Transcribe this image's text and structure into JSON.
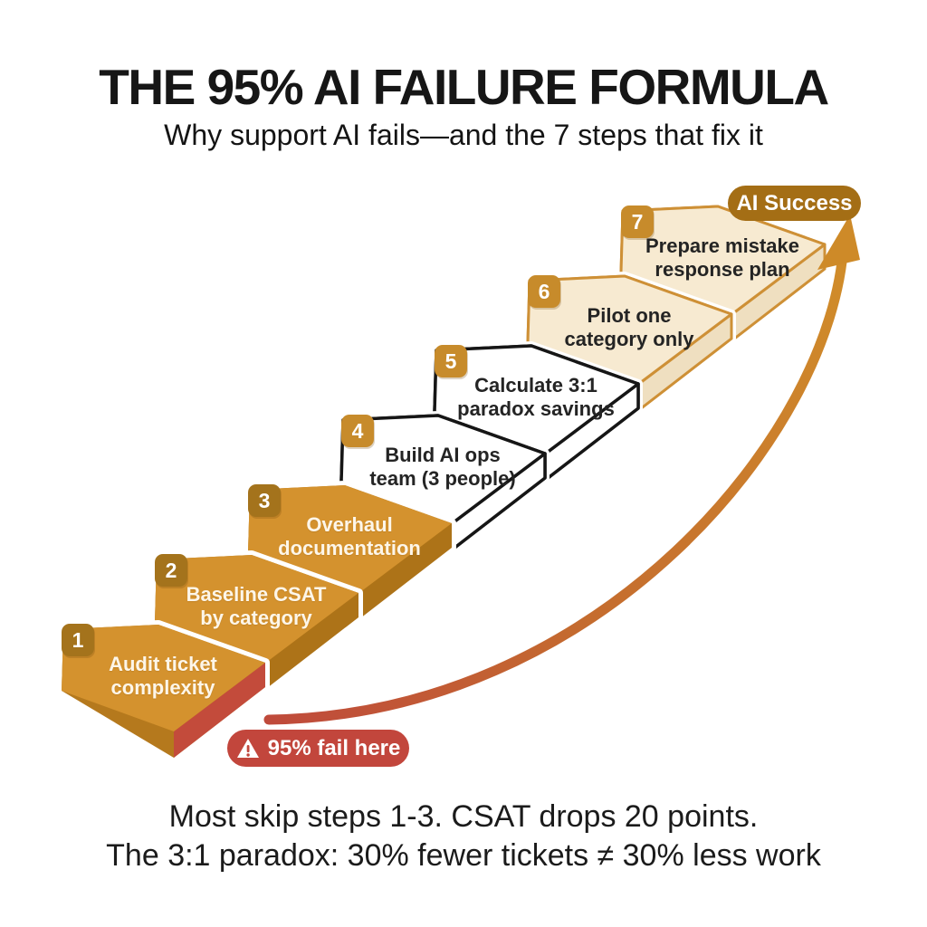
{
  "header": {
    "title": "THE 95% AI FAILURE FORMULA",
    "subtitle": "Why support AI fails—and the 7 steps that fix it"
  },
  "steps": [
    {
      "number": "1",
      "line1": "Audit ticket",
      "line2": "complexity"
    },
    {
      "number": "2",
      "line1": "Baseline CSAT",
      "line2": "by category"
    },
    {
      "number": "3",
      "line1": "Overhaul",
      "line2": "documentation"
    },
    {
      "number": "4",
      "line1": "Build AI ops",
      "line2": "team (3 people)"
    },
    {
      "number": "5",
      "line1": "Calculate 3:1",
      "line2": "paradox savings"
    },
    {
      "number": "6",
      "line1": "Pilot one",
      "line2": "category only"
    },
    {
      "number": "7",
      "line1": "Prepare mistake",
      "line2": "response plan"
    }
  ],
  "success_badge": {
    "label": "AI Success"
  },
  "fail_badge": {
    "label": "95% fail here",
    "icon": "warning-triangle-icon"
  },
  "footer": {
    "line1": "Most skip steps 1-3. CSAT drops 20 points.",
    "line2": "The 3:1 paradox: 30% fewer tickets ≠ 30% less work"
  },
  "colors": {
    "step_orange_top": "#d4922e",
    "step_orange_side": "#ad7318",
    "fail_red": "#c2463c",
    "white_tile_outline": "#161616",
    "cream_tile_top": "#f7ead1",
    "cream_tile_side": "#efdfc0",
    "cream_tile_border": "#ce9036",
    "badge_bronze": "#a4731c",
    "badge_orange": "#c78b2b",
    "success_pill": "#a46e15",
    "arrow_red": "#bf4a3b",
    "arrow_orange": "#ce8a28",
    "text_dark": "#1b1b1b"
  }
}
